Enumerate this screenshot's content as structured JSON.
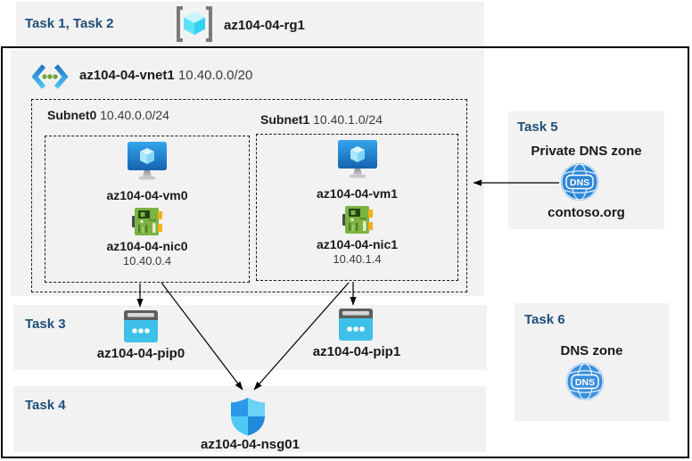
{
  "header": {
    "tasks_label": "Task 1, Task 2",
    "resource_group": "az104-04-rg1"
  },
  "vnet": {
    "name": "az104-04-vnet1",
    "cidr": "10.40.0.0/20",
    "subnets": [
      {
        "name": "Subnet0",
        "cidr": "10.40.0.0/24",
        "vm": "az104-04-vm0",
        "nic": "az104-04-nic0",
        "ip": "10.40.0.4"
      },
      {
        "name": "Subnet1",
        "cidr": "10.40.1.0/24",
        "vm": "az104-04-vm1",
        "nic": "az104-04-nic1",
        "ip": "10.40.1.4"
      }
    ]
  },
  "task3": {
    "label": "Task 3",
    "pip0": "az104-04-pip0",
    "pip1": "az104-04-pip1"
  },
  "task4": {
    "label": "Task 4",
    "nsg": "az104-04-nsg01"
  },
  "task5": {
    "label": "Task 5",
    "title": "Private DNS zone",
    "zone": "contoso.org"
  },
  "task6": {
    "label": "Task 6",
    "title": "DNS zone"
  },
  "icons": {
    "dns_label": "DNS"
  },
  "colors": {
    "panel_bg": "#F2F2F2",
    "task_label_blue": "#1F4E79",
    "pip_cyan": "#3EC1E8",
    "dns_blue": "#2E86D8",
    "nic_green": "#7CB342",
    "nsg_blue": "#2B99E9"
  },
  "connections": [
    {
      "from": "az104-04-nic0",
      "to": "az104-04-pip0"
    },
    {
      "from": "az104-04-nic1",
      "to": "az104-04-pip1"
    },
    {
      "from": "az104-04-nic0",
      "to": "az104-04-nsg01"
    },
    {
      "from": "az104-04-nic1",
      "to": "az104-04-nsg01"
    },
    {
      "from": "contoso.org",
      "to": "az104-04-vnet1"
    }
  ]
}
